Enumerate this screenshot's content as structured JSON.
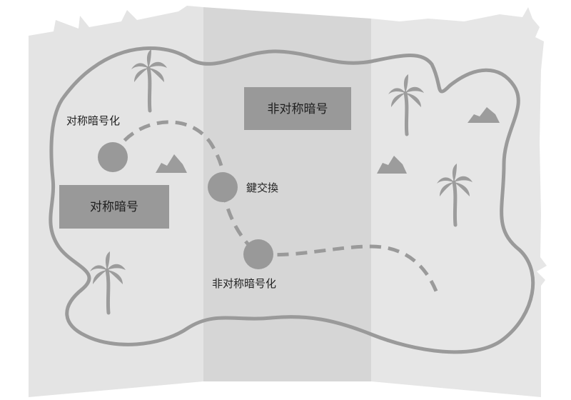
{
  "map": {
    "colors": {
      "panel_left": "#e4e4e4",
      "panel_mid": "#d6d6d6",
      "panel_right": "#e6e6e6",
      "island_outline": "#9a9a9a",
      "dashed_path": "#9a9a9a",
      "node_fill": "#999999",
      "box_fill": "#999999",
      "palm": "#9c9c9c",
      "rock": "#9c9c9c"
    },
    "label_symmetric_encryption": "对称暗号化",
    "box_symmetric_key": "对称暗号",
    "label_key_exchange": "鍵交換",
    "box_asymmetric_key": "非对称暗号",
    "label_asymmetric_encryption": "非对称暗号化",
    "icons": [
      "palm-tree-icon",
      "palm-tree-icon",
      "palm-tree-icon",
      "palm-tree-icon",
      "rock-icon",
      "rock-icon",
      "rock-icon"
    ]
  }
}
